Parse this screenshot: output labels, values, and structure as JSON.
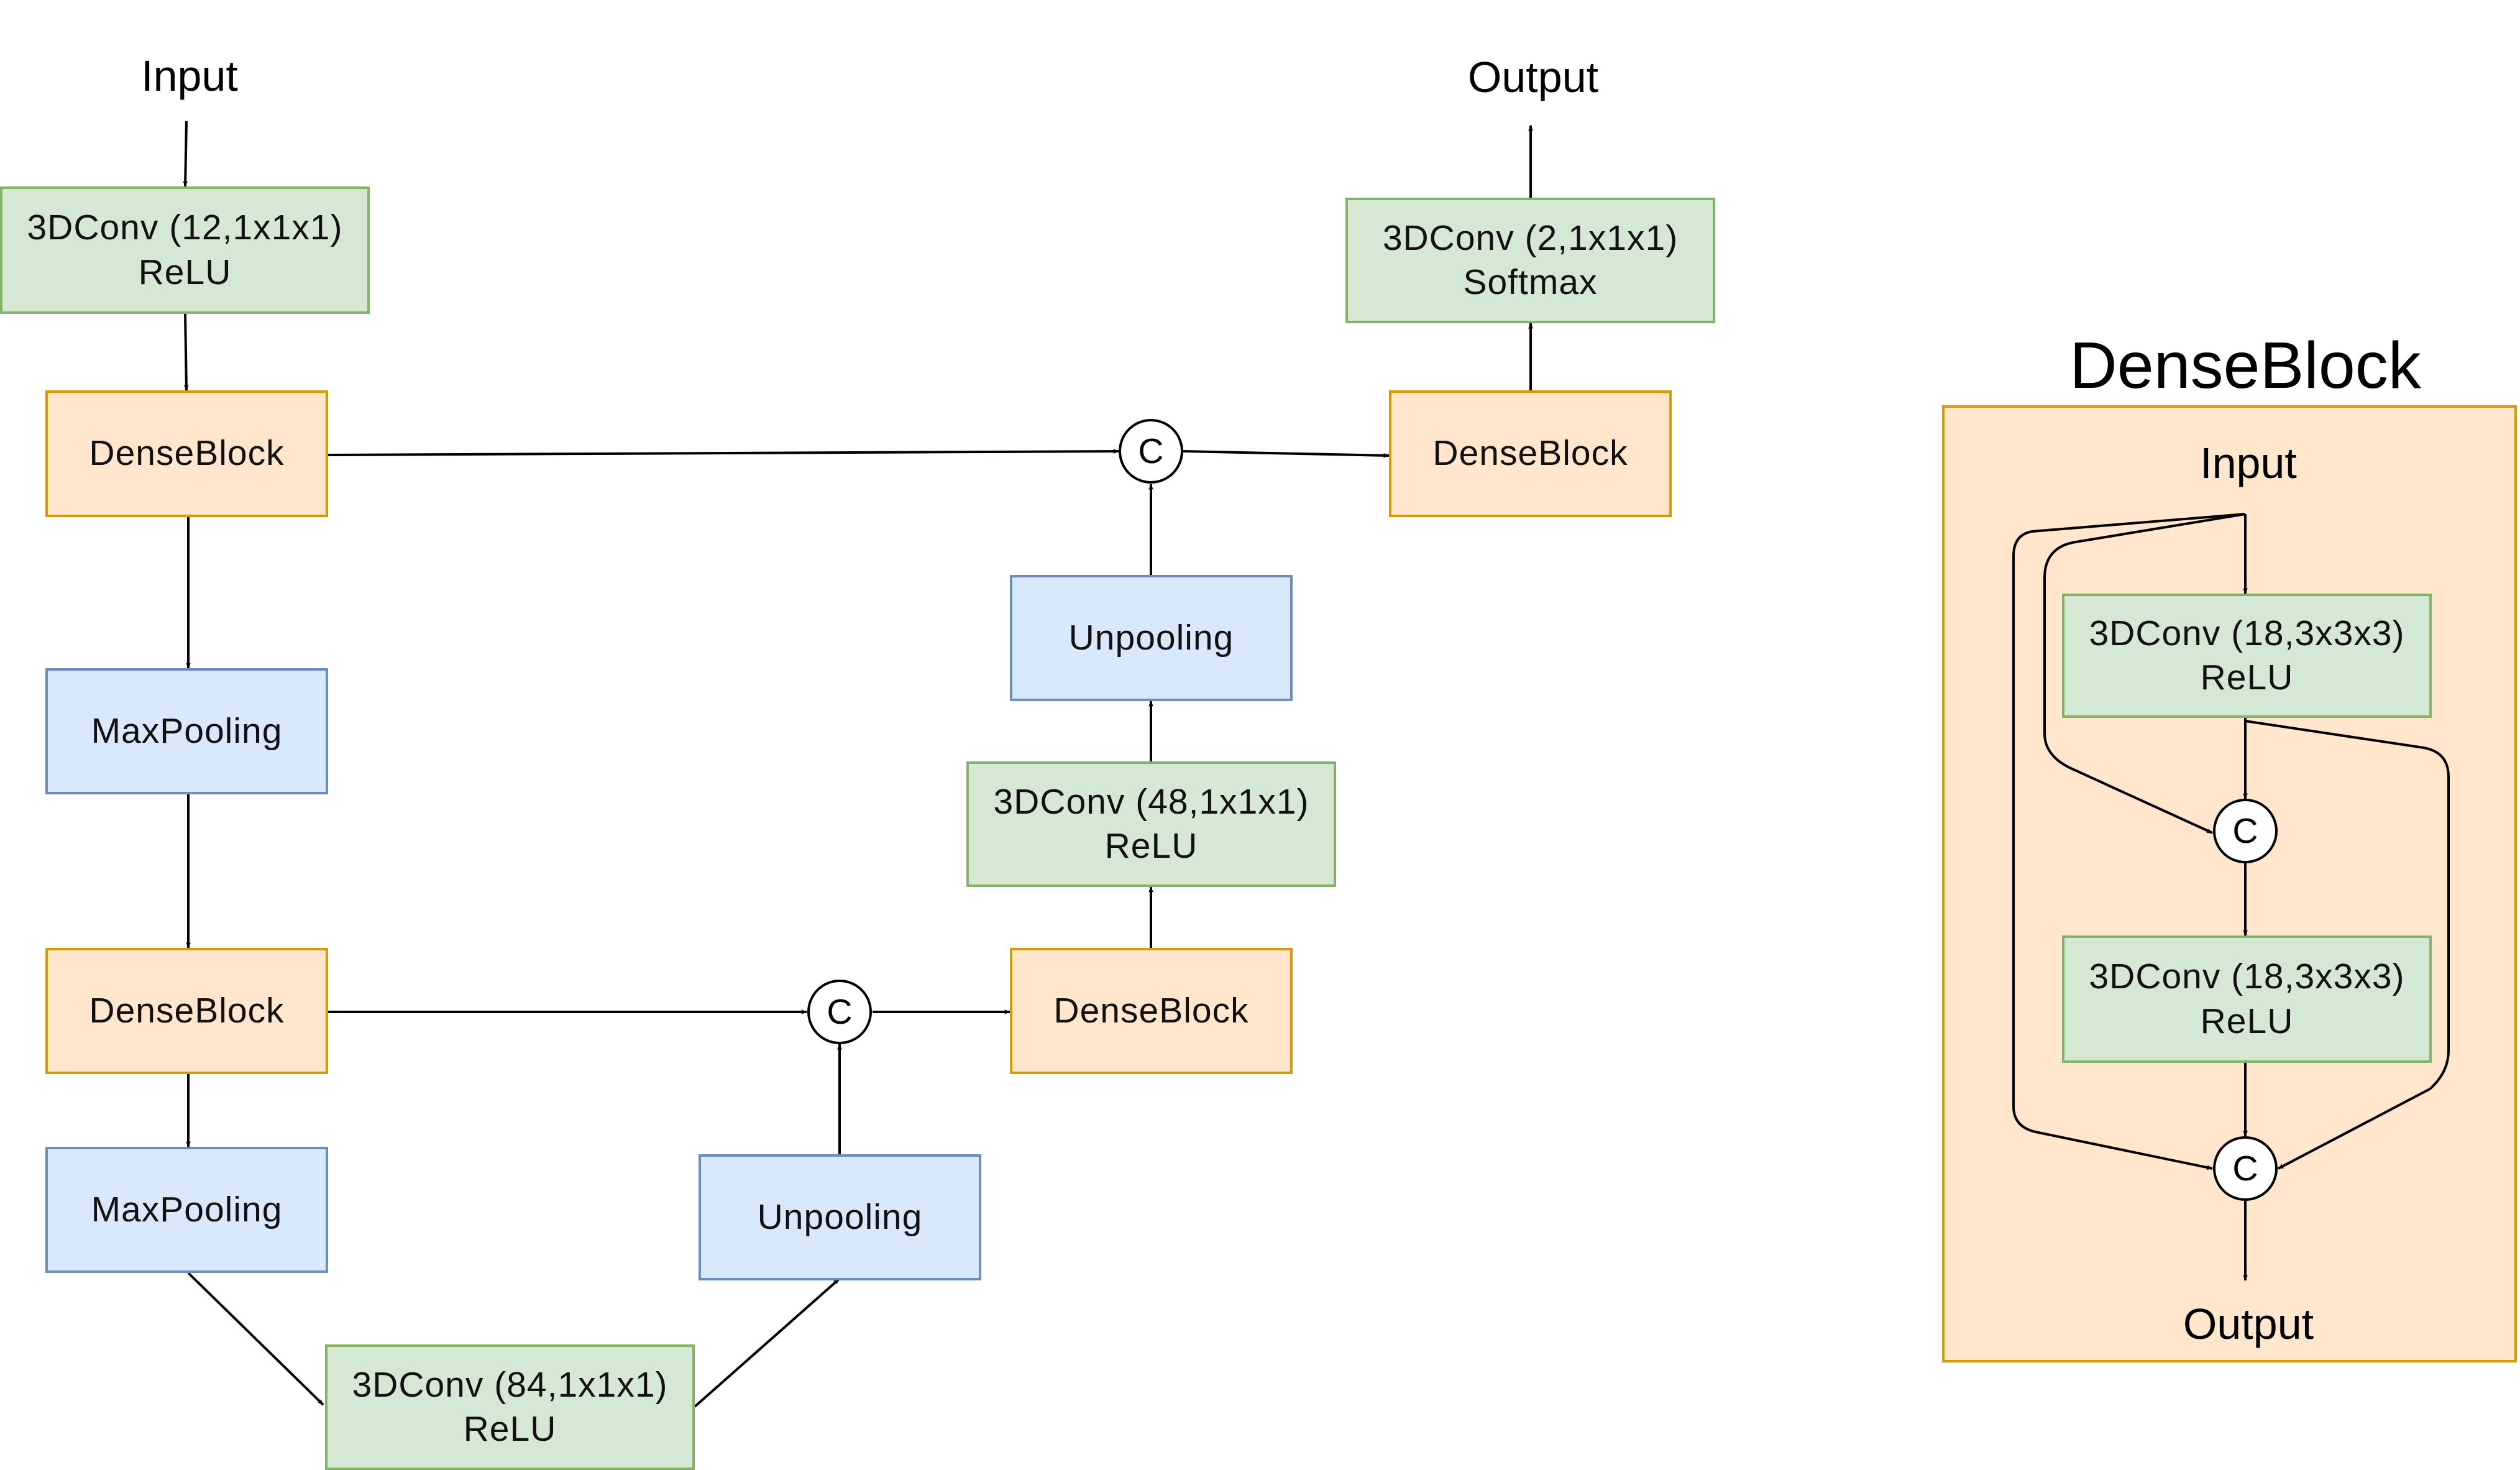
{
  "main": {
    "input_label": "Input",
    "output_label": "Output",
    "conv_in": {
      "line1": "3DConv  (12,1x1x1)",
      "line2": "ReLU"
    },
    "dense1": "DenseBlock",
    "maxpool1": "MaxPooling",
    "dense2": "DenseBlock",
    "maxpool2": "MaxPooling",
    "conv_bottom": {
      "line1": "3DConv  (84,1x1x1)",
      "line2": "ReLU"
    },
    "unpool_bottom": "Unpooling",
    "concat_mid": "C",
    "dense_mid": "DenseBlock",
    "conv_mid": {
      "line1": "3DConv  (48,1x1x1)",
      "line2": "ReLU"
    },
    "unpool_top": "Unpooling",
    "concat_top": "C",
    "dense_top": "DenseBlock",
    "conv_out": {
      "line1": "3DConv  (2,1x1x1)",
      "line2": "Softmax"
    }
  },
  "denseblock_detail": {
    "title": "DenseBlock",
    "input_label": "Input",
    "output_label": "Output",
    "conv1": {
      "line1": "3DConv  (18,3x3x3)",
      "line2": "ReLU"
    },
    "concat1": "C",
    "conv2": {
      "line1": "3DConv  (18,3x3x3)",
      "line2": "ReLU"
    },
    "concat2": "C"
  },
  "colors": {
    "conv_fill": "#d5e8d4",
    "conv_border": "#82b366",
    "dense_fill": "#ffe6cc",
    "dense_border": "#d79b00",
    "pool_fill": "#dae8fc",
    "pool_border": "#6c8ebf"
  }
}
